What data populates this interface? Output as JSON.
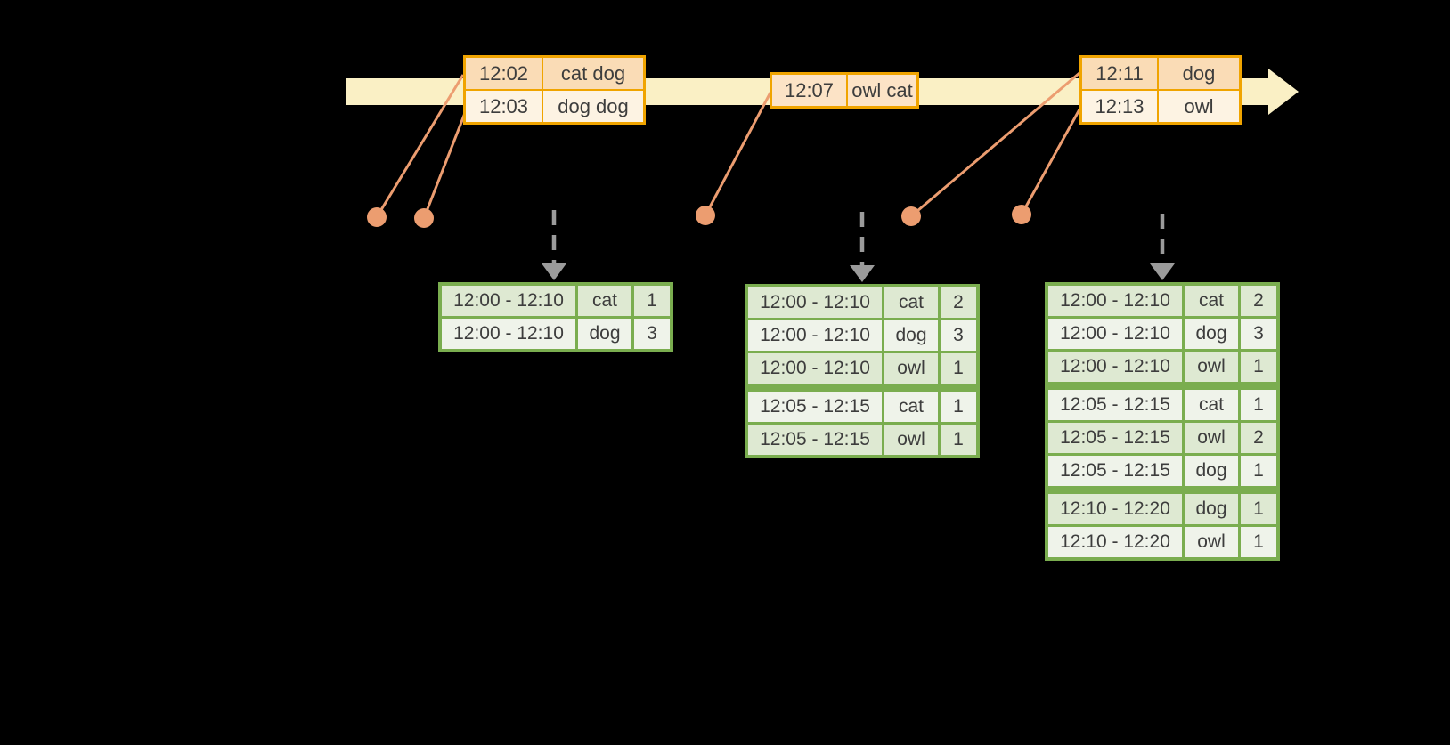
{
  "colors": {
    "background": "#000000",
    "timeline_fill": "#FAF0C5",
    "input_border": "#F0A400",
    "input_cell_dark": "#FADCB6",
    "input_cell_light": "#FDF3E3",
    "event_marker": "#EC9D70",
    "trigger_arrow": "#9B9B9B",
    "result_border": "#7AAD4F",
    "result_cell_dark": "#DEE9D2",
    "result_cell_light": "#EFF3EA",
    "text": "#3D3D3D"
  },
  "icons": {
    "timeline_arrow": "right-arrow",
    "event_marker": "dot",
    "event_connector": "line",
    "trigger_arrow": "dashed-down-arrow"
  },
  "input_tables": [
    {
      "kind": "input",
      "columns": [
        "time",
        "words"
      ],
      "groups": [
        [
          {
            "time": "12:02",
            "words": "cat dog"
          },
          {
            "time": "12:03",
            "words": "dog dog"
          }
        ]
      ]
    },
    {
      "kind": "input",
      "columns": [
        "time",
        "words"
      ],
      "groups": [
        [
          {
            "time": "12:07",
            "words": "owl cat"
          }
        ]
      ]
    },
    {
      "kind": "input",
      "columns": [
        "time",
        "words"
      ],
      "groups": [
        [
          {
            "time": "12:11",
            "words": "dog"
          },
          {
            "time": "12:13",
            "words": "owl"
          }
        ]
      ]
    }
  ],
  "result_tables": [
    {
      "kind": "result",
      "columns": [
        "window",
        "word",
        "count"
      ],
      "groups": [
        [
          {
            "window": "12:00 - 12:10",
            "word": "cat",
            "count": "1"
          },
          {
            "window": "12:00 - 12:10",
            "word": "dog",
            "count": "3"
          }
        ]
      ]
    },
    {
      "kind": "result",
      "columns": [
        "window",
        "word",
        "count"
      ],
      "groups": [
        [
          {
            "window": "12:00 - 12:10",
            "word": "cat",
            "count": "2"
          },
          {
            "window": "12:00 - 12:10",
            "word": "dog",
            "count": "3"
          },
          {
            "window": "12:00 - 12:10",
            "word": "owl",
            "count": "1"
          }
        ],
        [
          {
            "window": "12:05 - 12:15",
            "word": "cat",
            "count": "1"
          },
          {
            "window": "12:05 - 12:15",
            "word": "owl",
            "count": "1"
          }
        ]
      ]
    },
    {
      "kind": "result",
      "columns": [
        "window",
        "word",
        "count"
      ],
      "groups": [
        [
          {
            "window": "12:00 - 12:10",
            "word": "cat",
            "count": "2"
          },
          {
            "window": "12:00 - 12:10",
            "word": "dog",
            "count": "3"
          },
          {
            "window": "12:00 - 12:10",
            "word": "owl",
            "count": "1"
          }
        ],
        [
          {
            "window": "12:05 - 12:15",
            "word": "cat",
            "count": "1"
          },
          {
            "window": "12:05 - 12:15",
            "word": "owl",
            "count": "2"
          },
          {
            "window": "12:05 - 12:15",
            "word": "dog",
            "count": "1"
          }
        ],
        [
          {
            "window": "12:10 - 12:20",
            "word": "dog",
            "count": "1"
          },
          {
            "window": "12:10 - 12:20",
            "word": "owl",
            "count": "1"
          }
        ]
      ]
    }
  ]
}
